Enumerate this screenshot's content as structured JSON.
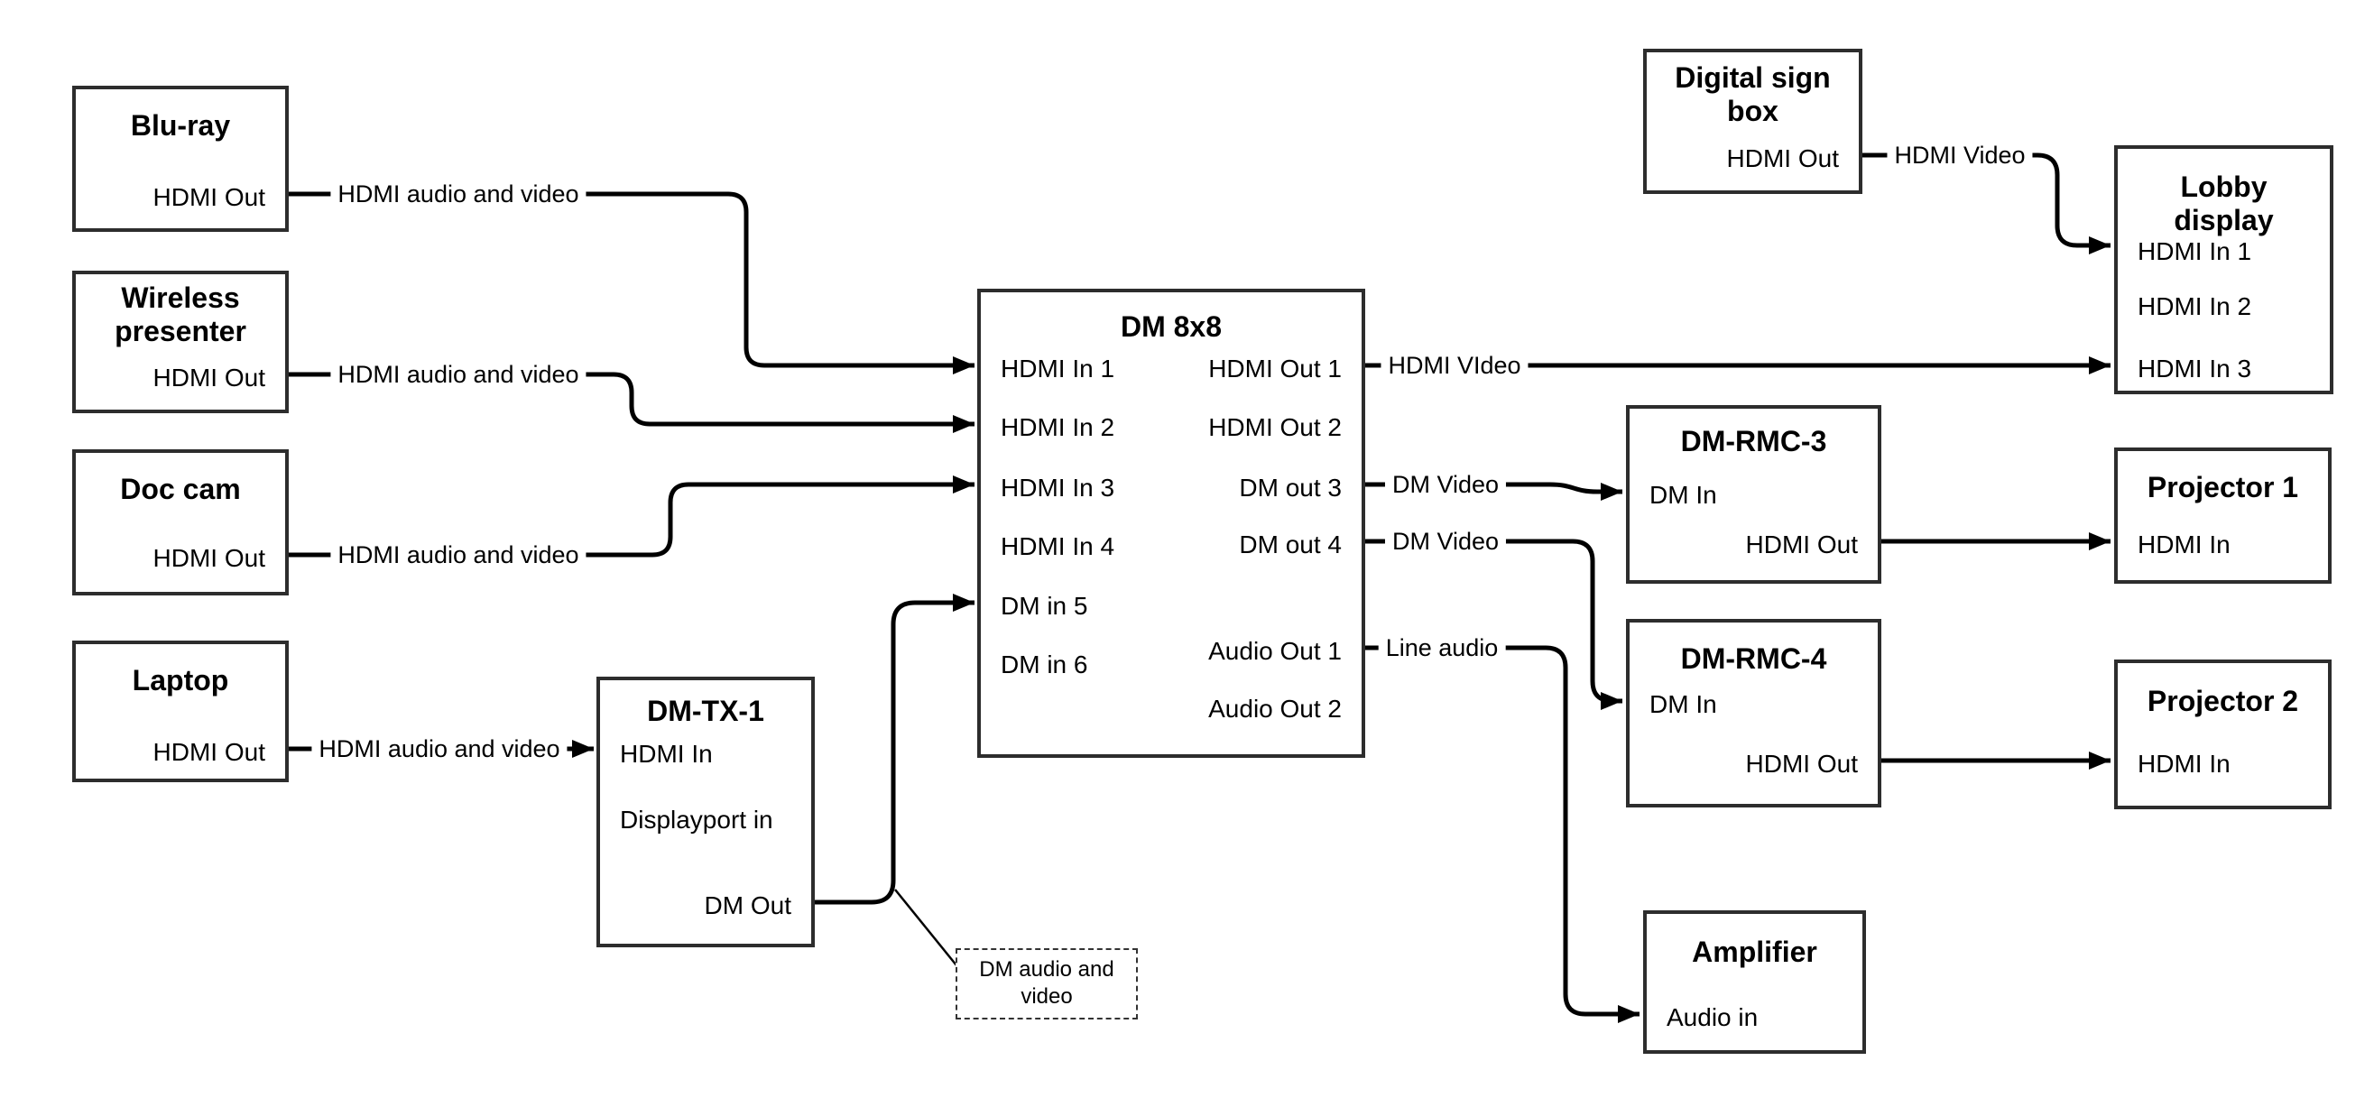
{
  "colors": {
    "background": "#ffffff",
    "wire": "#000000",
    "box_border": "#2d2d2d",
    "text": "#000000"
  },
  "boxes": {
    "blu_ray": {
      "title": "Blu-ray",
      "ports": {
        "hdmi_out": "HDMI Out"
      }
    },
    "wireless_presenter": {
      "title": "Wireless\npresenter",
      "ports": {
        "hdmi_out": "HDMI Out"
      }
    },
    "doc_cam": {
      "title": "Doc cam",
      "ports": {
        "hdmi_out": "HDMI Out"
      }
    },
    "laptop": {
      "title": "Laptop",
      "ports": {
        "hdmi_out": "HDMI Out"
      }
    },
    "dm_tx_1": {
      "title": "DM-TX-1",
      "ports": {
        "hdmi_in": "HDMI In",
        "displayport_in": "Displayport in",
        "dm_out": "DM Out"
      }
    },
    "dm_8x8": {
      "title": "DM 8x8",
      "ports": {
        "hdmi_in_1": "HDMI In 1",
        "hdmi_in_2": "HDMI In 2",
        "hdmi_in_3": "HDMI In 3",
        "hdmi_in_4": "HDMI In 4",
        "dm_in_5": "DM in 5",
        "dm_in_6": "DM in 6",
        "hdmi_out_1": "HDMI Out 1",
        "hdmi_out_2": "HDMI Out 2",
        "dm_out_3": "DM out 3",
        "dm_out_4": "DM out 4",
        "audio_out_1": "Audio Out 1",
        "audio_out_2": "Audio Out 2"
      }
    },
    "digital_sign_box": {
      "title": "Digital sign\nbox",
      "ports": {
        "hdmi_out": "HDMI Out"
      }
    },
    "lobby_display": {
      "title": "Lobby\ndisplay",
      "ports": {
        "hdmi_in_1": "HDMI In 1",
        "hdmi_in_2": "HDMI In 2",
        "hdmi_in_3": "HDMI In 3"
      }
    },
    "dm_rmc_3": {
      "title": "DM-RMC-3",
      "ports": {
        "dm_in": "DM In",
        "hdmi_out": "HDMI Out"
      }
    },
    "projector_1": {
      "title": "Projector 1",
      "ports": {
        "hdmi_in": "HDMI In"
      }
    },
    "dm_rmc_4": {
      "title": "DM-RMC-4",
      "ports": {
        "dm_in": "DM In",
        "hdmi_out": "HDMI Out"
      }
    },
    "projector_2": {
      "title": "Projector 2",
      "ports": {
        "hdmi_in": "HDMI In"
      }
    },
    "amplifier": {
      "title": "Amplifier",
      "ports": {
        "audio_in": "Audio in"
      }
    }
  },
  "connection_labels": {
    "blu_ray_to_dm": "HDMI audio and video",
    "wireless_to_dm": "HDMI audio and video",
    "doc_cam_to_dm": "HDMI audio and video",
    "laptop_to_tx": "HDMI audio and video",
    "tx_dm_note": "DM audio and\nvideo",
    "hdmi_out_1_run": "HDMI VIdeo",
    "dm_out_3_run": "DM Video",
    "dm_out_4_run": "DM Video",
    "audio_out_1_run": "Line audio",
    "sign_to_lobby": "HDMI Video"
  }
}
